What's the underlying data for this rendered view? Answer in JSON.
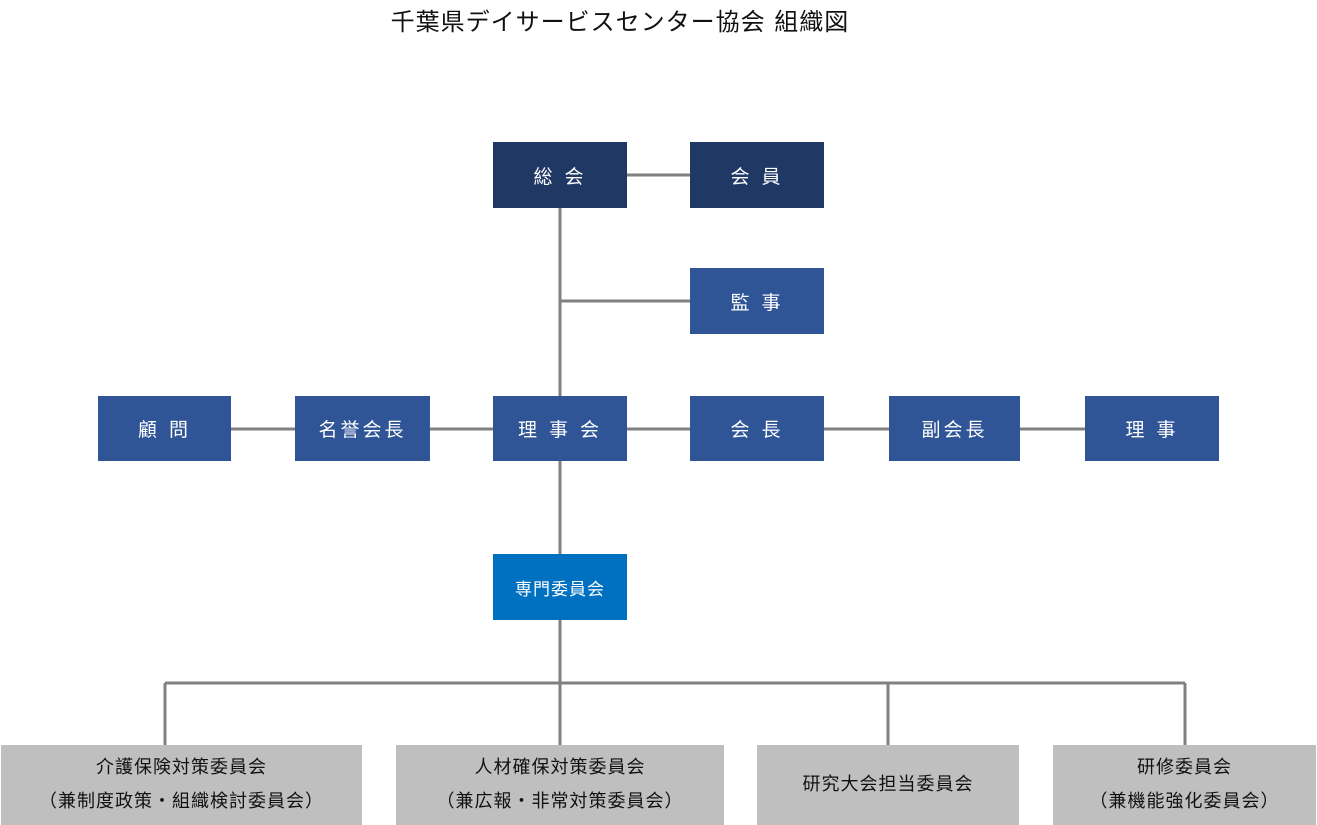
{
  "title": "千葉県デイサービスセンター協会 組織図",
  "colors": {
    "top_box": "#1f3864",
    "box": "#2f5597",
    "committee_box": "#0070c0",
    "sub_box": "#bfbfbf",
    "line": "#808080"
  },
  "nodes": {
    "general_meeting": "総 会",
    "members": "会 員",
    "auditor": "監 事",
    "board": "理 事 会",
    "advisor": "顧 問",
    "honorary_chair": "名誉会長",
    "chairman": "会 長",
    "vice_chairman": "副会長",
    "director": "理 事",
    "committees": "専門委員会"
  },
  "sub_committees": [
    {
      "line1": "介護保険対策委員会",
      "line2": "（兼制度政策・組織検討委員会）"
    },
    {
      "line1": "人材確保対策委員会",
      "line2": "（兼広報・非常対策委員会）"
    },
    {
      "line1": "研究大会担当委員会",
      "line2": ""
    },
    {
      "line1": "研修委員会",
      "line2": "（兼機能強化委員会）"
    }
  ]
}
